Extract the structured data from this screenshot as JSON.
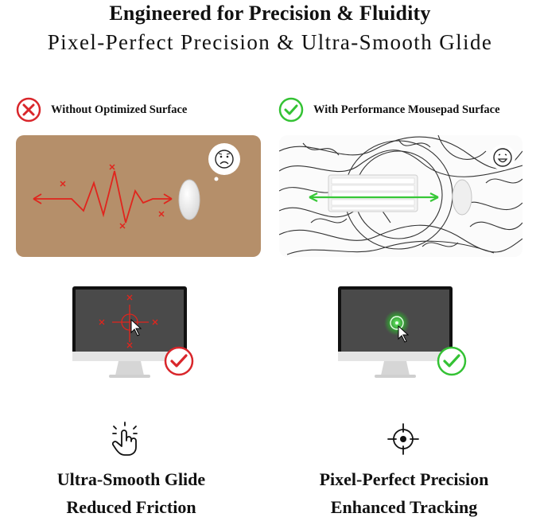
{
  "header": {
    "title": "Engineered for Precision & Fluidity",
    "subtitle": "Pixel-Perfect Precision & Ultra-Smooth Glide"
  },
  "comparison": {
    "left": {
      "label": "Without Optimized Surface",
      "badge_icon": "x-circle-icon",
      "accent": "#d9262b",
      "mood_icon": "sad-face-icon"
    },
    "right": {
      "label": "With Performance Mousepad Surface",
      "badge_icon": "check-circle-icon",
      "accent": "#34c234",
      "mood_icon": "happy-face-icon"
    }
  },
  "features": {
    "left": {
      "icon": "touch-hand-icon",
      "line1": "Ultra-Smooth Glide",
      "line2": "Reduced Friction"
    },
    "right": {
      "icon": "crosshair-icon",
      "line1": "Pixel-Perfect Precision",
      "line2": "Enhanced Tracking"
    }
  }
}
